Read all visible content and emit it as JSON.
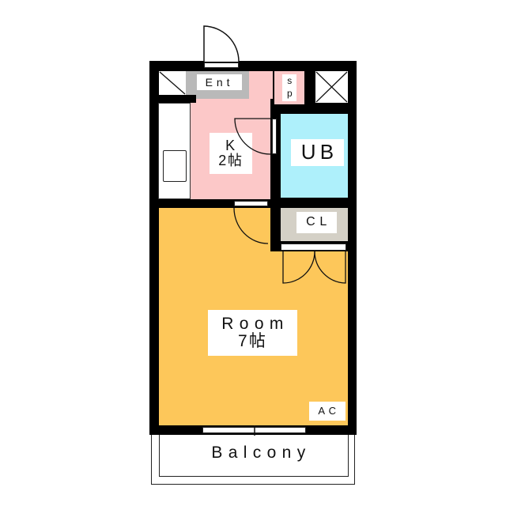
{
  "floorplan": {
    "rooms": {
      "entrance": {
        "label": "Ent",
        "color": "#b9b9b9"
      },
      "storage": {
        "label": "sp",
        "color": "#fcc8c8"
      },
      "kitchen": {
        "label": "K",
        "size": "2帖",
        "color": "#fcc8c8"
      },
      "bath": {
        "label": "UB",
        "color": "#aef0fb"
      },
      "closet": {
        "label": "CL",
        "color": "#d4d0c6"
      },
      "room": {
        "label": "Room",
        "size": "7帖",
        "color": "#fdc75a"
      },
      "aircon": {
        "label": "AC"
      },
      "balcony": {
        "label": "Balcony"
      }
    }
  }
}
